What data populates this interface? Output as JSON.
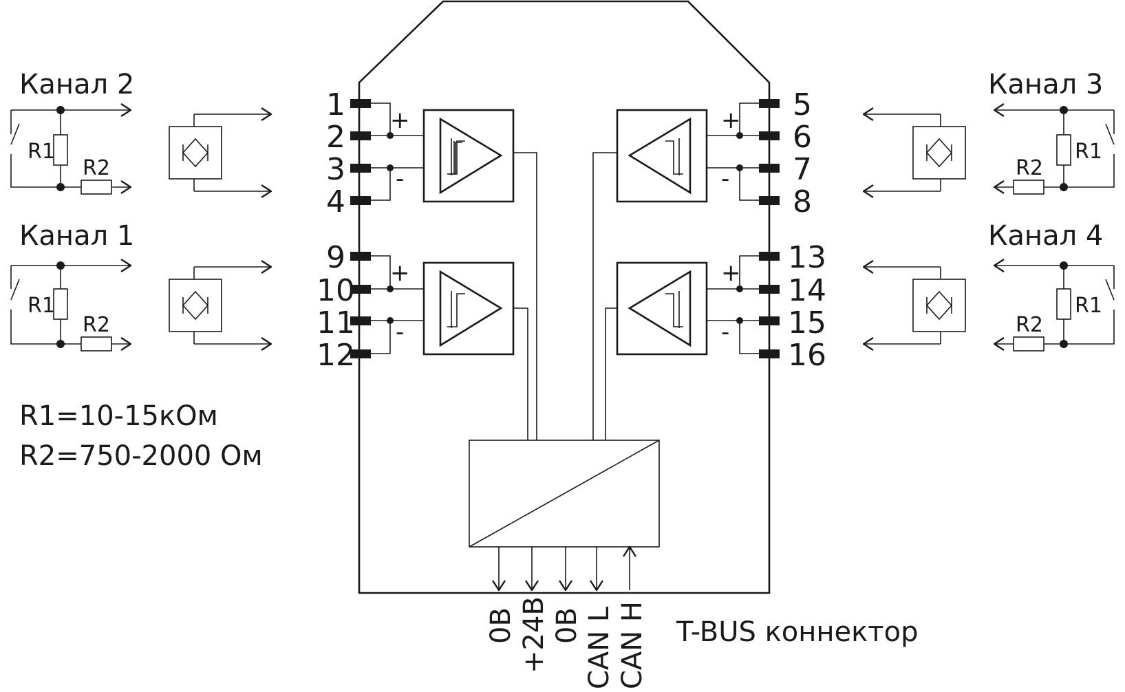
{
  "channels": {
    "ch1": "Канал 1",
    "ch2": "Канал 2",
    "ch3": "Канал 3",
    "ch4": "Канал 4"
  },
  "resistor_labels": {
    "r1": "R1",
    "r2": "R2"
  },
  "pins": {
    "left": [
      "1",
      "2",
      "3",
      "4",
      "9",
      "10",
      "11",
      "12"
    ],
    "right": [
      "5",
      "6",
      "7",
      "8",
      "13",
      "14",
      "15",
      "16"
    ]
  },
  "polarity": {
    "plus": "+",
    "minus": "-"
  },
  "notes": {
    "r1": "R1=10-15кОм",
    "r2": "R2=750-2000 Ом"
  },
  "bus_outputs": [
    "0В",
    "+24В",
    "0В",
    "CAN L",
    "CAN H"
  ],
  "connector_label": "T-BUS коннектор"
}
